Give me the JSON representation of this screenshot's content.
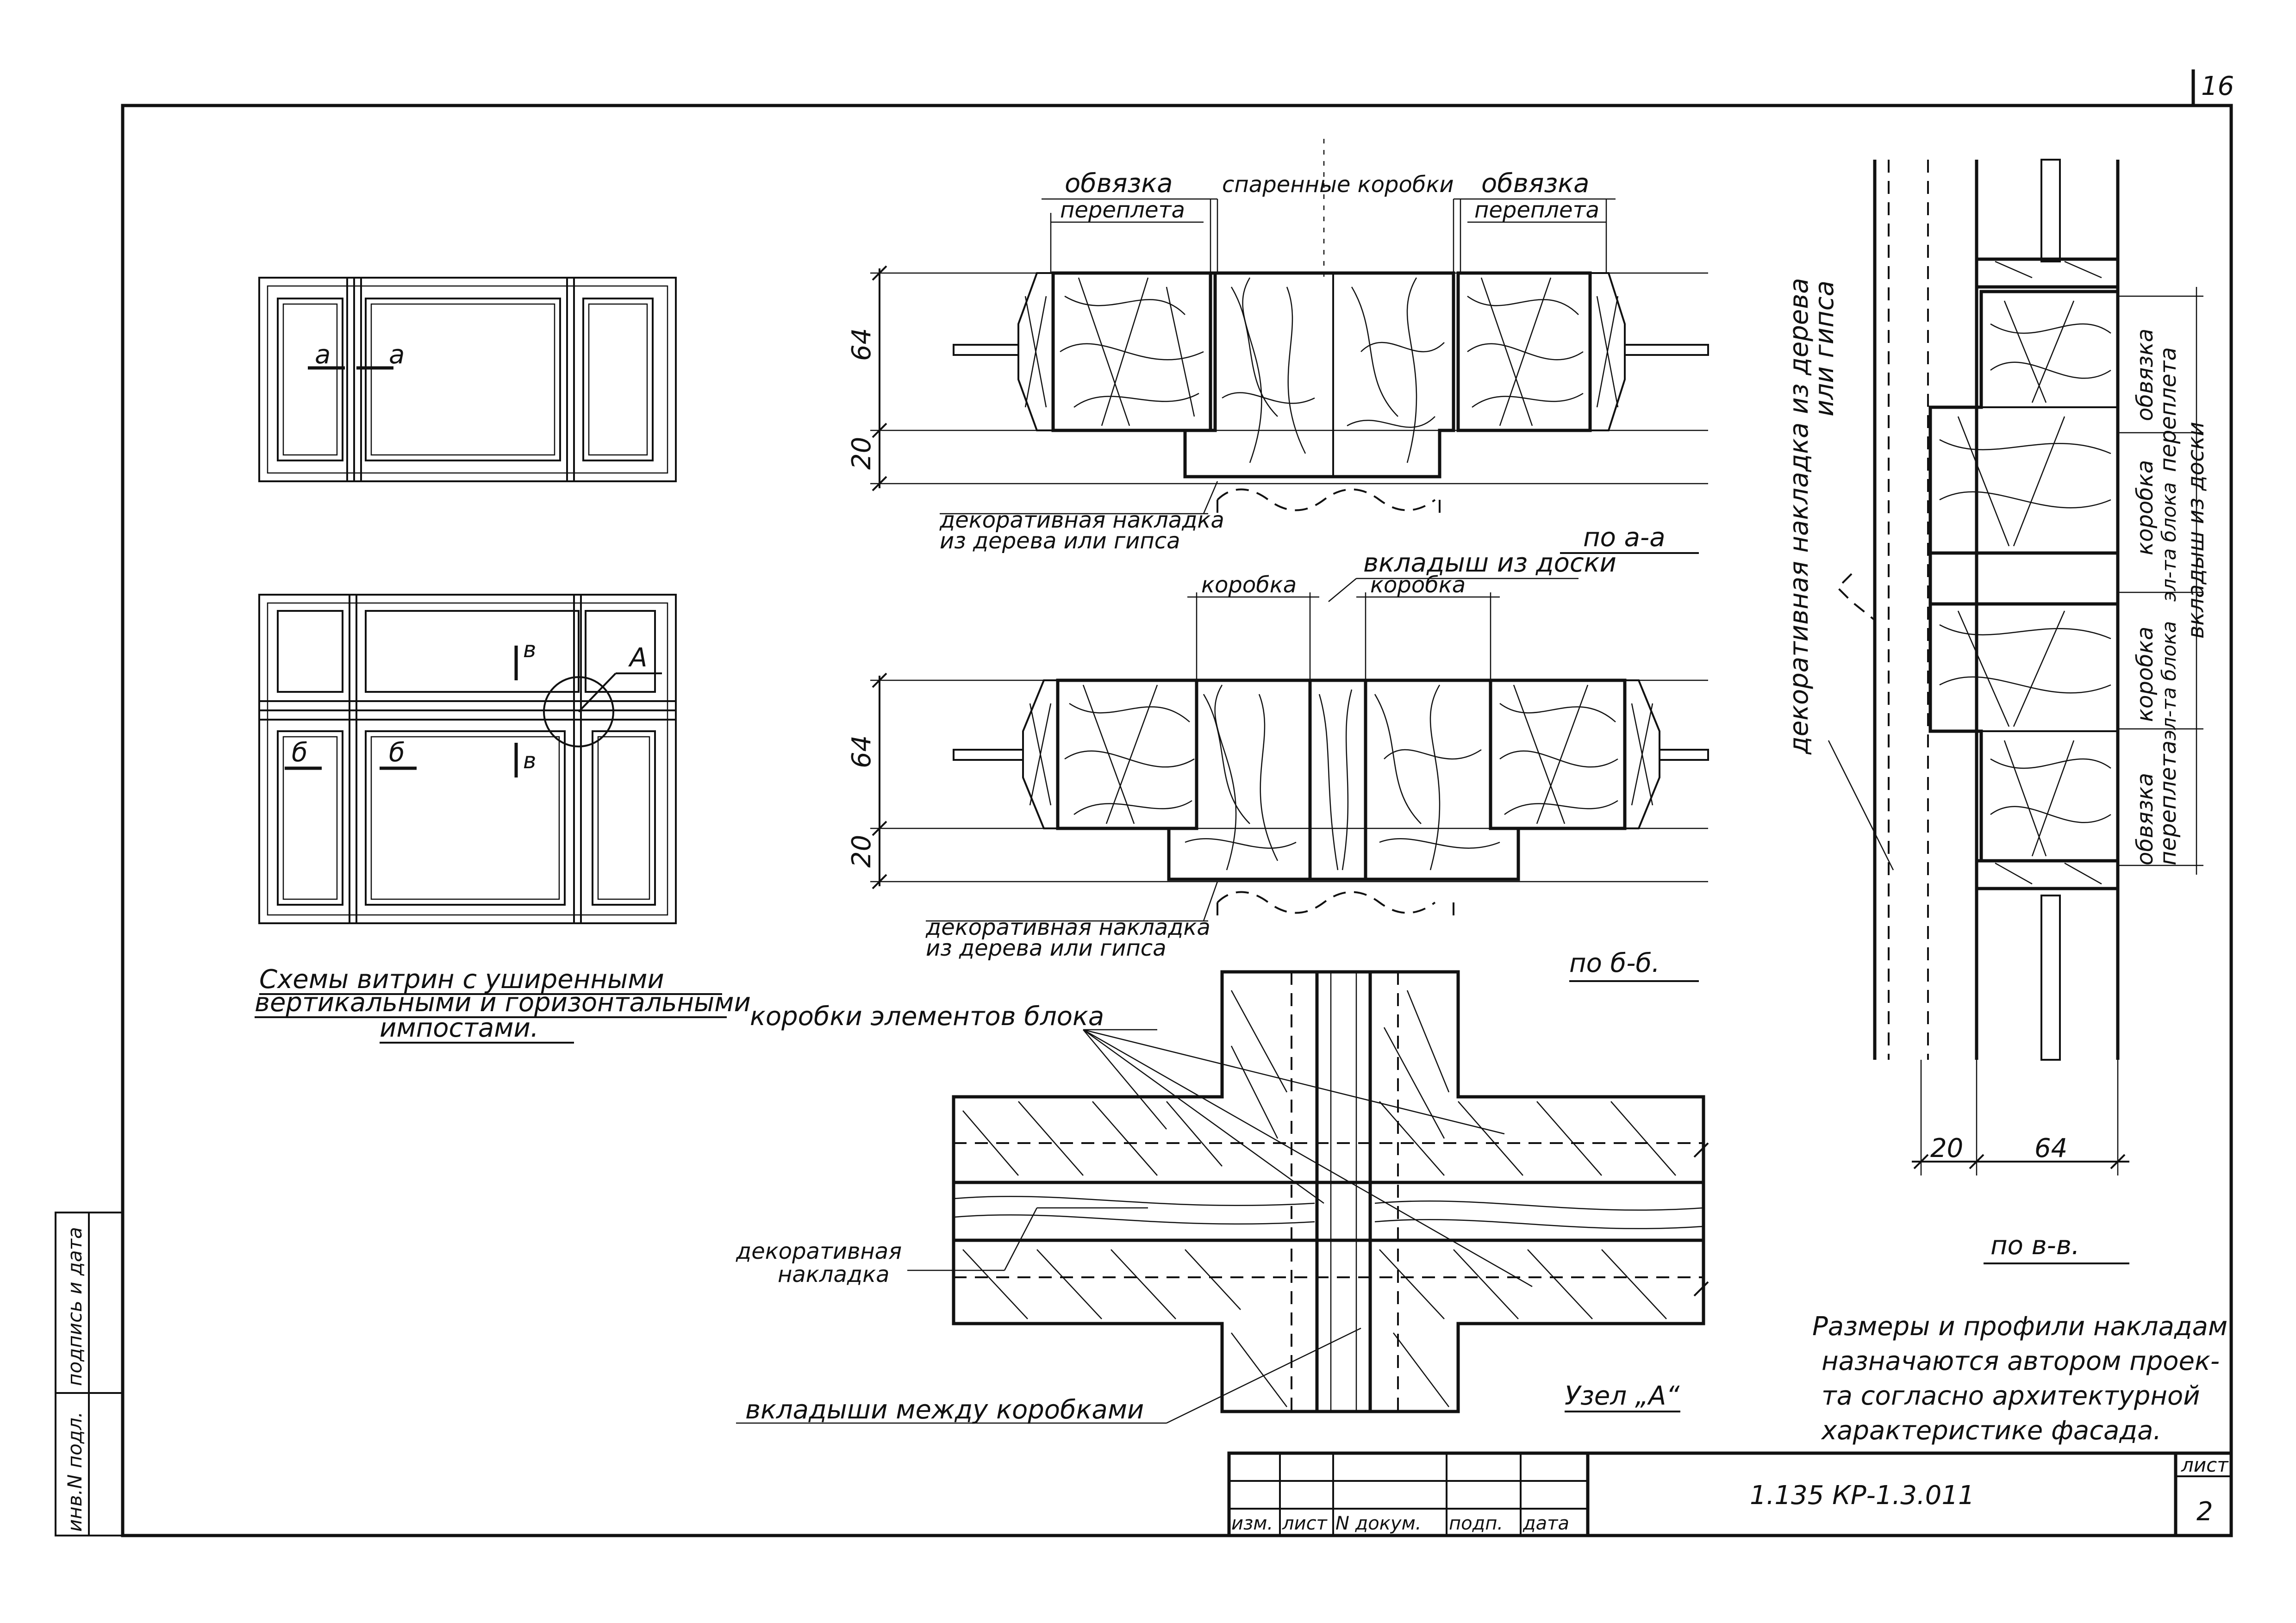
{
  "sheet": {
    "page_number": "16",
    "sheet_label": "лист",
    "sheet_no": "2",
    "doc_code": "1.135 КР-1.3.011"
  },
  "title_block": {
    "columns": [
      "изм.",
      "лист",
      "N докум.",
      "подп.",
      "дата"
    ]
  },
  "side_stamp": {
    "inv_label": "инв.N подл.",
    "sign_label": "подпись и дата"
  },
  "schemes": {
    "top_marks": [
      "а",
      "а"
    ],
    "bottom_marks": [
      "б",
      "б",
      "в",
      "в"
    ],
    "node_mark": "А",
    "caption_lines": [
      "Схемы витрин с уширенными",
      "вертикальными и горизонтальными",
      "импостами."
    ]
  },
  "section_aa": {
    "labels": {
      "sash_left_top": "обвязка",
      "sash_left_bottom": "переплета",
      "paired_frames": "спаренные коробки",
      "sash_right_top": "обвязка",
      "sash_right_bottom": "переплета",
      "decor_line1": "декоративная накладка",
      "decor_line2": "из дерева или гипса",
      "title": "по а-а"
    },
    "dims": [
      "64",
      "20"
    ]
  },
  "section_bb": {
    "labels": {
      "insert": "вкладыш из доски",
      "frame_left": "коробка",
      "frame_right": "коробка",
      "decor_line1": "декоративная накладка",
      "decor_line2": "из дерева или гипса",
      "title": "по б-б."
    },
    "dims": [
      "64",
      "20"
    ]
  },
  "node_a": {
    "labels": {
      "frames": "коробки элементов блока",
      "decor_line1": "декоративная",
      "decor_line2": "накладка",
      "inserts": "вкладыши между коробками",
      "title": "Узел „А“"
    }
  },
  "section_vv": {
    "labels": {
      "decor_line1": "декоративная накладка из дерева",
      "decor_line2": "или гипса",
      "sash_top_1": "обвязка",
      "sash_top_2": "переплета",
      "frame_1a": "коробка",
      "frame_1b": "эл-та блока",
      "insert_1": "вкладыш из доски",
      "frame_2a": "коробка",
      "frame_2b": "эл-та блока",
      "sash_bot_1": "обвязка",
      "sash_bot_2": "переплета",
      "title": "по в-в."
    },
    "dims": [
      "20",
      "64"
    ]
  },
  "note": {
    "lines": [
      "Размеры и профили накладам",
      "назначаются автором проек-",
      "та согласно архитектурной",
      "характеристике фасада."
    ]
  }
}
